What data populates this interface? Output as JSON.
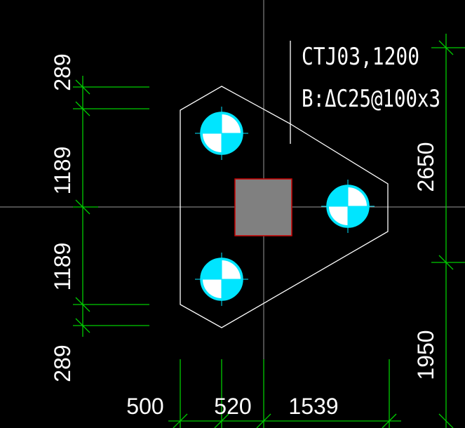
{
  "colors": {
    "background": "#000000",
    "dimension_line": "#00cc00",
    "outline": "#ffffff",
    "pile_fill": "#00e5ff",
    "column_fill": "#808080",
    "column_border": "#cc0000",
    "axis_line": "#9a9a9a",
    "text": "#ffffff"
  },
  "annotation": {
    "line1": "CTJ03,1200",
    "line2": "B:ΔC25@100x3"
  },
  "dimensions": {
    "left": [
      "289",
      "1189",
      "1189",
      "289"
    ],
    "bottom": [
      "500",
      "520",
      "1539"
    ],
    "right": [
      "2650",
      "1950"
    ]
  },
  "icons": {
    "pile": "pile-circle-icon",
    "column": "column-square-icon"
  }
}
